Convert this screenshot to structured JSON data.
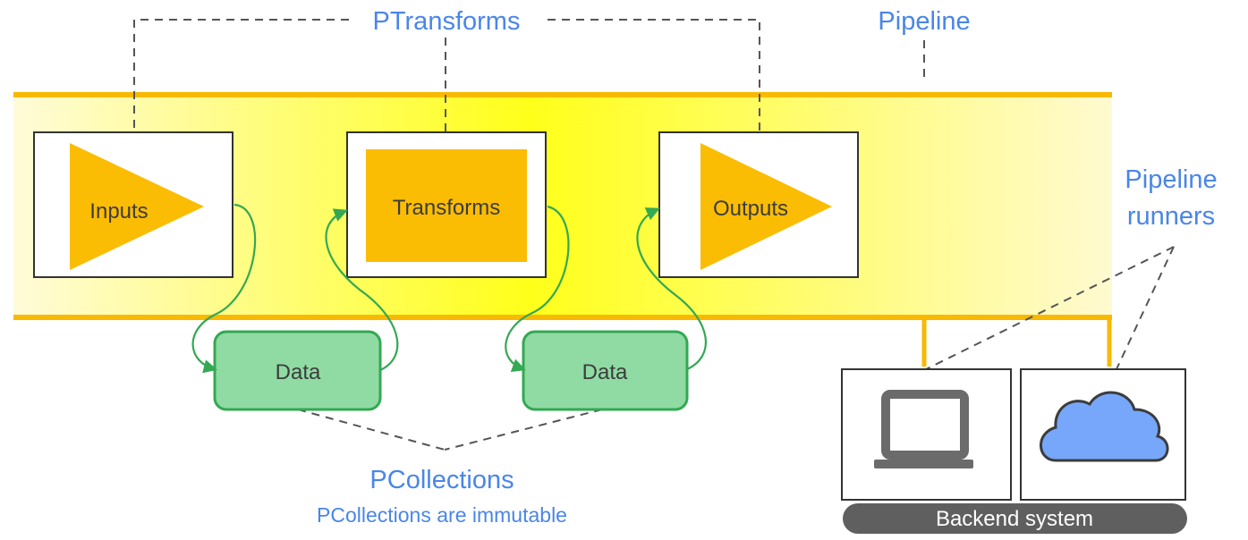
{
  "labels": {
    "ptransforms": "PTransforms",
    "pipeline": "Pipeline",
    "pipeline_runners_line1": "Pipeline",
    "pipeline_runners_line2": "runners",
    "pcollections": "PCollections",
    "pcollections_note": "PCollections are immutable",
    "backend_system": "Backend system"
  },
  "stages": {
    "inputs": "Inputs",
    "transforms": "Transforms",
    "outputs": "Outputs"
  },
  "data_nodes": [
    "Data",
    "Data"
  ],
  "runners": [
    "laptop",
    "cloud"
  ],
  "colors": {
    "pipeline_rail": "#f9b900",
    "pipeline_glow": "#ffff1a",
    "transform_fill": "#fbbc04",
    "data_fill": "#8fdba3",
    "data_border": "#34a853",
    "label_blue": "#4a86e8",
    "cloud_fill": "#76a7fa",
    "laptop_gray": "#6b6b6b",
    "backend_pill": "#5f5f5f"
  }
}
